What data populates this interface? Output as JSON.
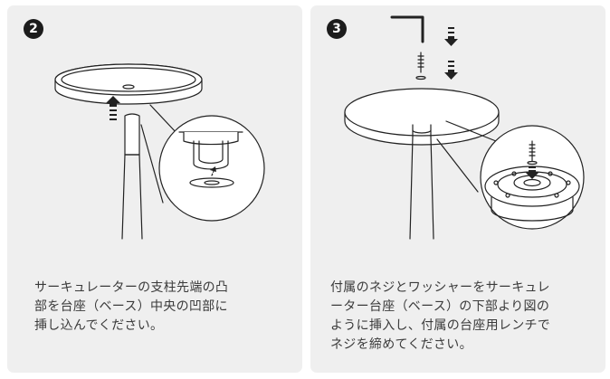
{
  "steps": [
    {
      "number": "2",
      "caption_lines": [
        "サーキュレーターの支柱先端の凸",
        "部を台座（ベース）中央の凹部に",
        "挿し込んでください。"
      ]
    },
    {
      "number": "3",
      "caption_lines": [
        "付属のネジとワッシャーをサーキュレ",
        "ーター台座（ベース）の下部より図の",
        "ように挿入し、付属の台座用レンチで",
        "ネジを締めてください。"
      ]
    }
  ],
  "colors": {
    "panel_bg": "#efefef",
    "line": "#222222",
    "badge_bg": "#1c1c1c"
  },
  "icons": [
    "up-arrow-icon",
    "down-arrow-icon",
    "hex-wrench-icon",
    "screw-icon",
    "washer-icon"
  ]
}
